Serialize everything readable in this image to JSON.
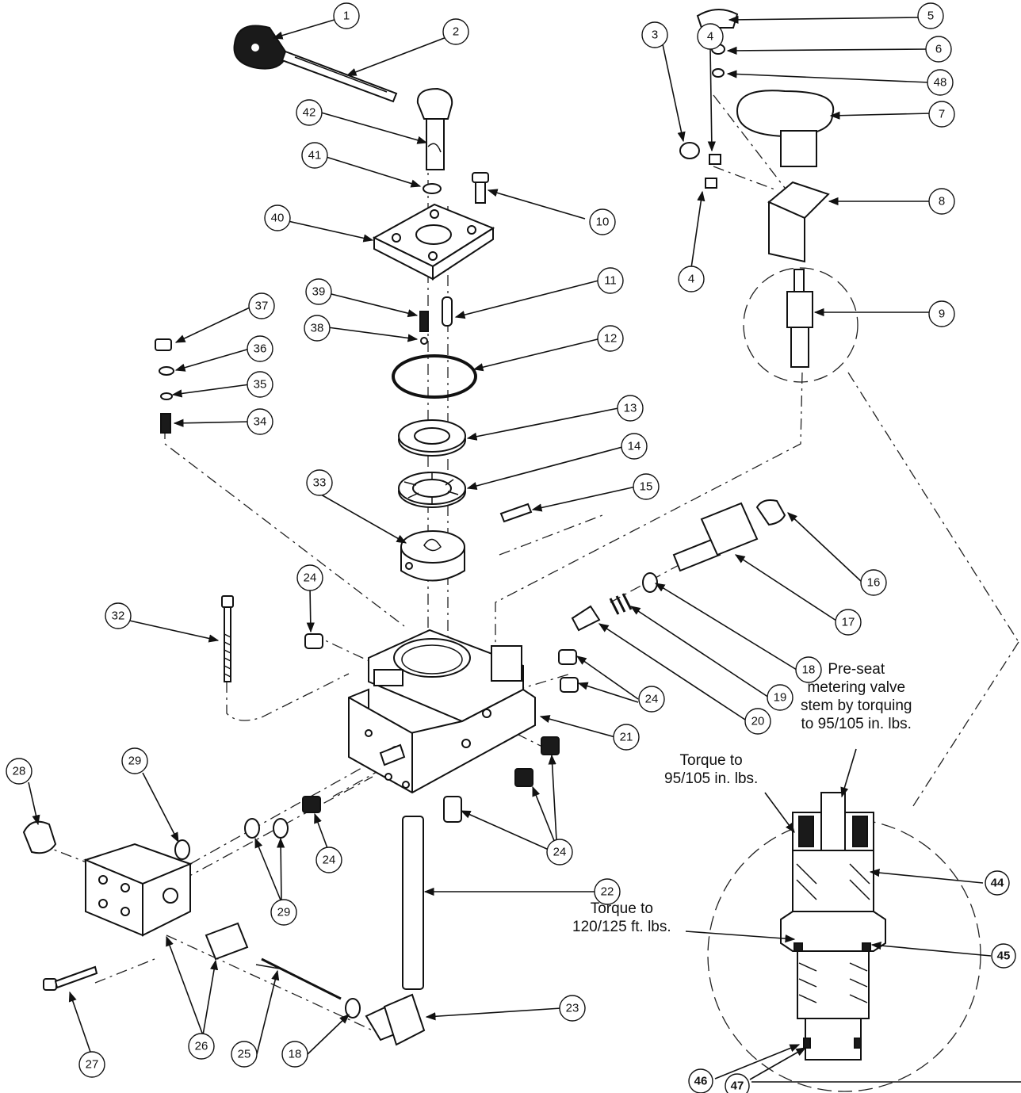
{
  "callouts": [
    {
      "label": "1",
      "bold": false,
      "target": "handle-lever"
    },
    {
      "label": "2",
      "bold": false,
      "target": "handle-rod"
    },
    {
      "label": "3",
      "bold": false,
      "target": "nut"
    },
    {
      "label": "4",
      "bold": false,
      "target": "screw"
    },
    {
      "label": "4",
      "bold": false,
      "target": "screw"
    },
    {
      "label": "5",
      "bold": false,
      "target": "cap"
    },
    {
      "label": "6",
      "bold": false,
      "target": "nut"
    },
    {
      "label": "48",
      "bold": false,
      "target": "washer"
    },
    {
      "label": "7",
      "bold": false,
      "target": "knob"
    },
    {
      "label": "8",
      "bold": false,
      "target": "bracket"
    },
    {
      "label": "9",
      "bold": false,
      "target": "metering-valve"
    },
    {
      "label": "10",
      "bold": false,
      "target": "screw"
    },
    {
      "label": "11",
      "bold": false,
      "target": "pin"
    },
    {
      "label": "12",
      "bold": false,
      "target": "o-ring"
    },
    {
      "label": "13",
      "bold": false,
      "target": "seat-ring"
    },
    {
      "label": "14",
      "bold": false,
      "target": "disc"
    },
    {
      "label": "15",
      "bold": false,
      "target": "pin"
    },
    {
      "label": "16",
      "bold": false,
      "target": "plug"
    },
    {
      "label": "17",
      "bold": false,
      "target": "valve-body"
    },
    {
      "label": "18",
      "bold": false,
      "target": "o-ring"
    },
    {
      "label": "19",
      "bold": false,
      "target": "spring"
    },
    {
      "label": "20",
      "bold": false,
      "target": "needle"
    },
    {
      "label": "21",
      "bold": false,
      "target": "manifold"
    },
    {
      "label": "22",
      "bold": false,
      "target": "tube"
    },
    {
      "label": "23",
      "bold": false,
      "target": "cap-nut"
    },
    {
      "label": "24",
      "bold": false,
      "target": "plug"
    },
    {
      "label": "24",
      "bold": false,
      "target": "plug"
    },
    {
      "label": "24",
      "bold": false,
      "target": "plug"
    },
    {
      "label": "24",
      "bold": false,
      "target": "plug"
    },
    {
      "label": "25",
      "bold": false,
      "target": "spring"
    },
    {
      "label": "26",
      "bold": false,
      "target": "block"
    },
    {
      "label": "27",
      "bold": false,
      "target": "screw"
    },
    {
      "label": "28",
      "bold": false,
      "target": "plug"
    },
    {
      "label": "29",
      "bold": false,
      "target": "o-ring"
    },
    {
      "label": "29",
      "bold": false,
      "target": "o-ring"
    },
    {
      "label": "18",
      "bold": false,
      "target": "o-ring"
    },
    {
      "label": "32",
      "bold": false,
      "target": "screw"
    },
    {
      "label": "33",
      "bold": false,
      "target": "rotor"
    },
    {
      "label": "34",
      "bold": false,
      "target": "set-screw"
    },
    {
      "label": "35",
      "bold": false,
      "target": "washer"
    },
    {
      "label": "36",
      "bold": false,
      "target": "nut"
    },
    {
      "label": "37",
      "bold": false,
      "target": "fitting"
    },
    {
      "label": "38",
      "bold": false,
      "target": "ball"
    },
    {
      "label": "39",
      "bold": false,
      "target": "spring"
    },
    {
      "label": "40",
      "bold": false,
      "target": "cover-plate"
    },
    {
      "label": "41",
      "bold": false,
      "target": "o-ring"
    },
    {
      "label": "42",
      "bold": false,
      "target": "shaft"
    },
    {
      "label": "44",
      "bold": true,
      "target": "seal"
    },
    {
      "label": "45",
      "bold": true,
      "target": "o-ring"
    },
    {
      "label": "46",
      "bold": true,
      "target": "seal"
    },
    {
      "label": "47",
      "bold": true,
      "target": "seal"
    }
  ],
  "notes": {
    "preseat": [
      "Pre-seat",
      "metering valve",
      "stem by torquing",
      "to 95/105 in. lbs."
    ],
    "torque_upper": [
      "Torque to",
      "95/105 in. lbs."
    ],
    "torque_lower": [
      "Torque to",
      "120/125 ft. lbs."
    ]
  }
}
